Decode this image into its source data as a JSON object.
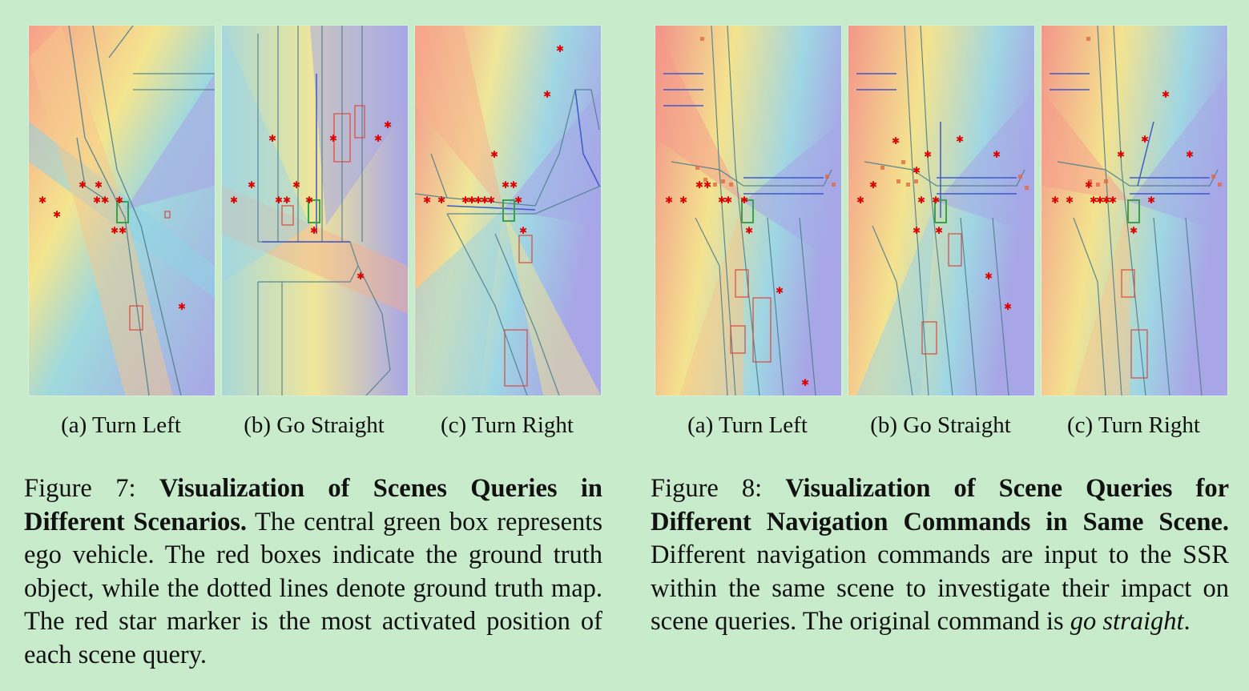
{
  "figures": [
    {
      "id": "fig7",
      "panels": [
        {
          "label": "(a) Turn Left"
        },
        {
          "label": "(b) Go Straight"
        },
        {
          "label": "(c) Turn Right"
        }
      ],
      "caption": {
        "number": "Figure 7:",
        "title": "Visualization of Scenes Queries in Different Scenarios.",
        "body": "The central green box represents ego vehicle. The red boxes indicate the ground truth object, while the dotted lines denote ground truth map. The red star marker is the most activated position of each scene query."
      }
    },
    {
      "id": "fig8",
      "panels": [
        {
          "label": "(a) Turn Left"
        },
        {
          "label": "(b) Go Straight"
        },
        {
          "label": "(c) Turn Right"
        }
      ],
      "caption": {
        "number": "Figure 8:",
        "title": "Visualization of Scene Queries for Different Navigation Commands in Same Scene.",
        "body": "Different navigation commands are input to the SSR within the same scene to investigate their impact on scene queries. The original command is",
        "body_italic": "go straight",
        "body_end": "."
      }
    }
  ]
}
